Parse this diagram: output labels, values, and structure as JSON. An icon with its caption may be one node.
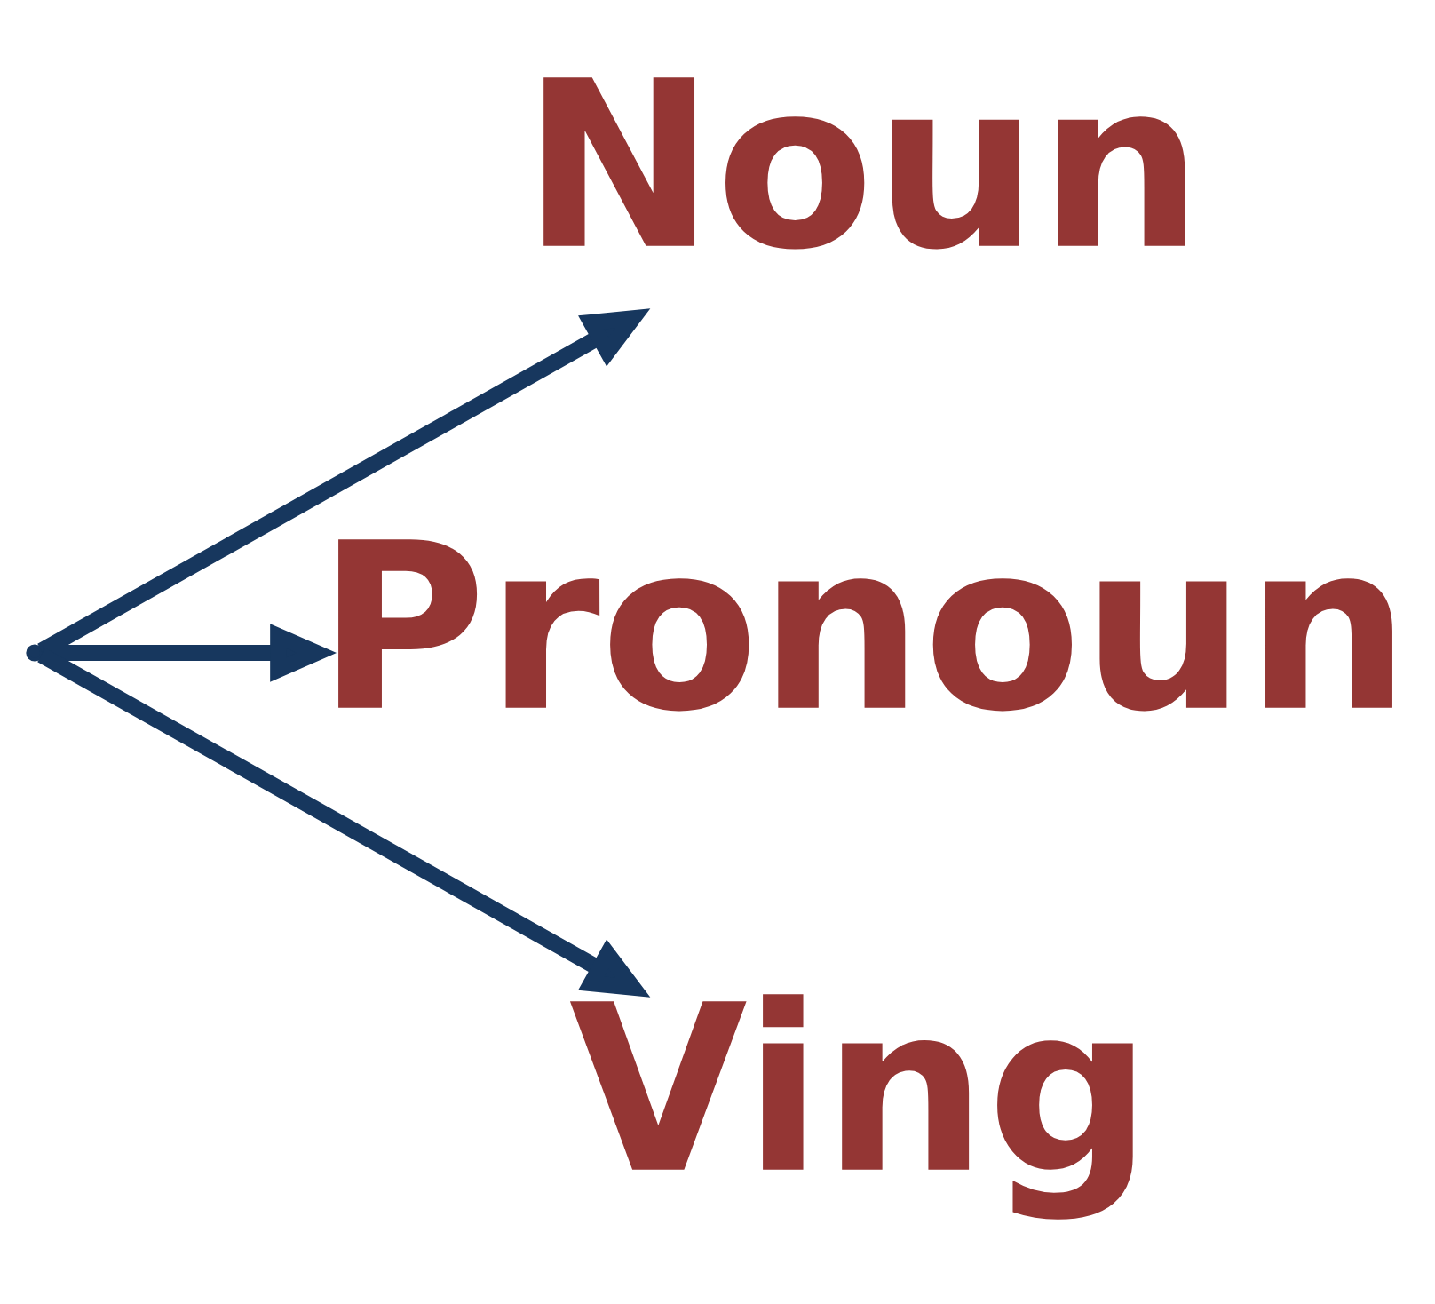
{
  "diagram": {
    "nodes": [
      {
        "text": [],
        "shape": "point"
      },
      {
        "text": [
          "Noun"
        ]
      },
      {
        "text": [
          "Pronoun"
        ]
      },
      {
        "text": [
          "Ving"
        ]
      }
    ],
    "edges": [
      {
        "from": 0,
        "to": 1,
        "arrow": "to"
      },
      {
        "from": 0,
        "to": 2,
        "arrow": "to"
      },
      {
        "from": 0,
        "to": 3,
        "arrow": "to"
      }
    ]
  }
}
